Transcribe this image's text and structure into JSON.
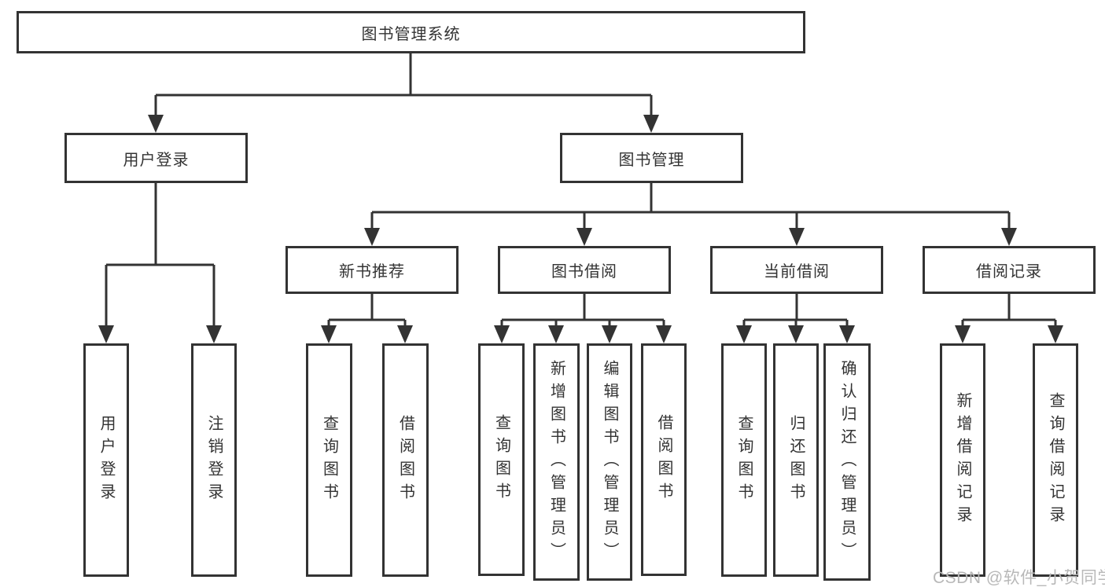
{
  "diagram": {
    "colors": {
      "line": "#333333",
      "box_background": "#ffffff",
      "text": "#333333",
      "watermark": "#b8b8b8"
    },
    "tree": {
      "label": "图书管理系统",
      "children": [
        {
          "label": "用户登录",
          "children": [
            {
              "label": "用户登录"
            },
            {
              "label": "注销登录"
            }
          ]
        },
        {
          "label": "图书管理",
          "children": [
            {
              "label": "新书推荐",
              "children": [
                {
                  "label": "查询图书"
                },
                {
                  "label": "借阅图书"
                }
              ]
            },
            {
              "label": "图书借阅",
              "children": [
                {
                  "label": "查询图书"
                },
                {
                  "label": "新增图书（管理员）"
                },
                {
                  "label": "编辑图书（管理员）"
                },
                {
                  "label": "借阅图书"
                }
              ]
            },
            {
              "label": "当前借阅",
              "children": [
                {
                  "label": "查询图书"
                },
                {
                  "label": "归还图书"
                },
                {
                  "label": "确认归还（管理员）"
                }
              ]
            },
            {
              "label": "借阅记录",
              "children": [
                {
                  "label": "新增借阅记录"
                },
                {
                  "label": "查询借阅记录"
                }
              ]
            }
          ]
        }
      ]
    },
    "watermark": {
      "text": "CSDN @软件_小贺同学"
    }
  }
}
